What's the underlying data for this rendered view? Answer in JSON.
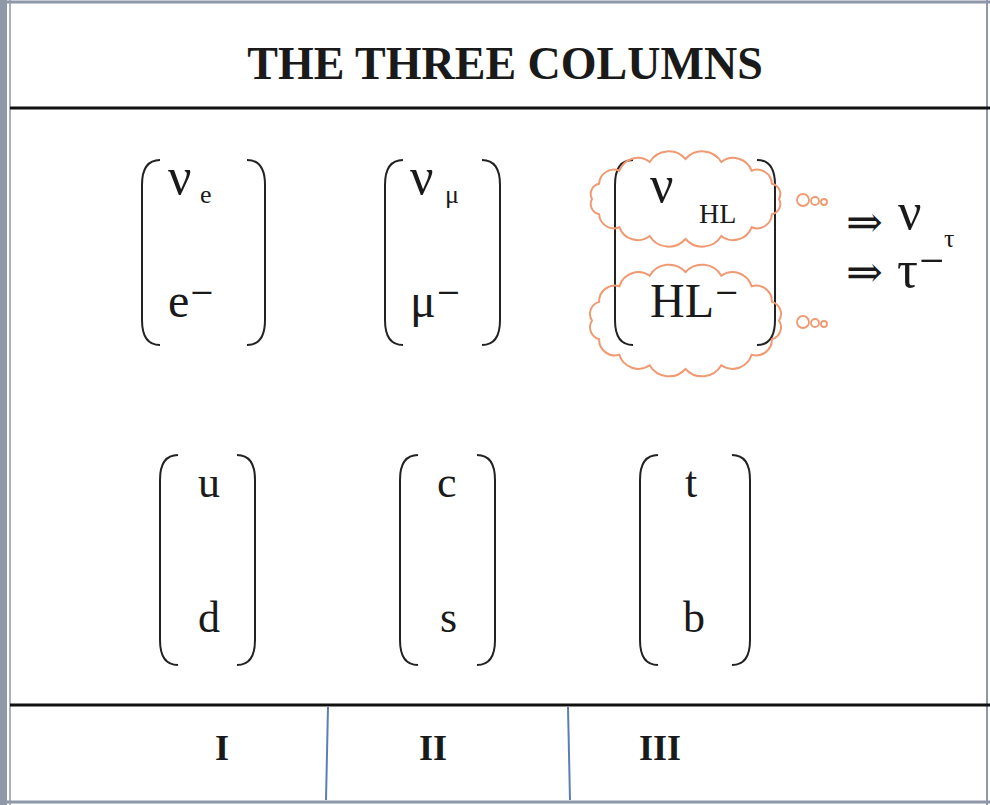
{
  "diagram": {
    "title": "THE THREE COLUMNS",
    "nodes": [
      {
        "text": [
          "ν",
          "HL"
        ]
      },
      {
        "text": [
          "HL⁻"
        ]
      }
    ],
    "labels": [
      "ν",
      "e",
      "e⁻",
      "ν",
      "μ",
      "μ⁻",
      "⇒",
      "ν",
      "τ",
      "⇒",
      "τ⁻",
      "u",
      "d",
      "c",
      "s",
      "t",
      "b",
      "I",
      "II",
      "III"
    ]
  }
}
